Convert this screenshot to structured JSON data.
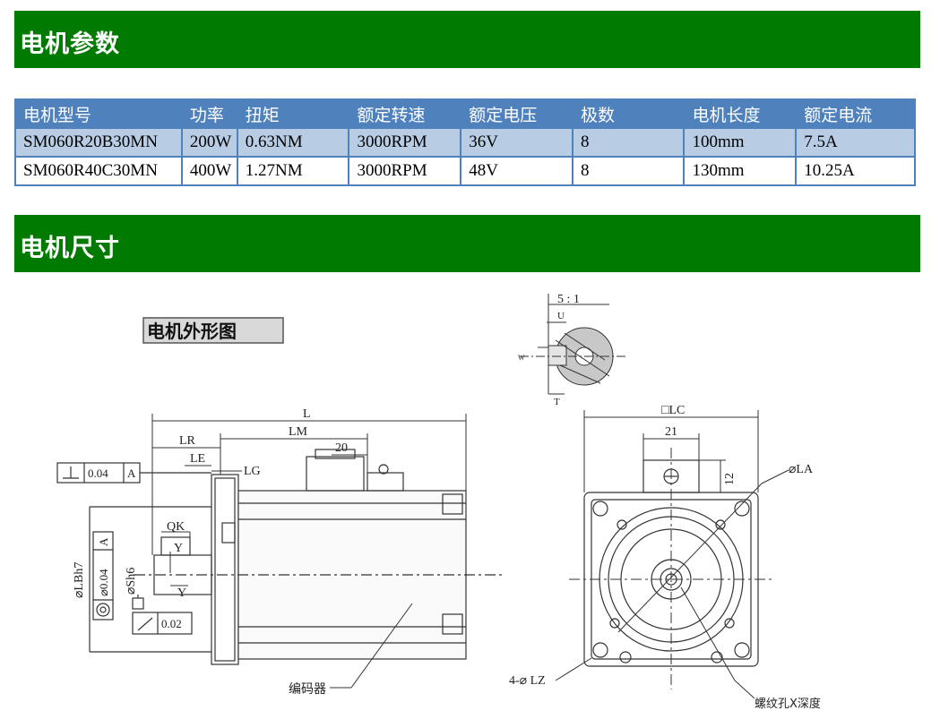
{
  "sections": {
    "params_title": "电机参数",
    "dims_title": "电机尺寸"
  },
  "table": {
    "headers": [
      "电机型号",
      "功率",
      "扭矩",
      "额定转速",
      "额定电压",
      "极数",
      "电机长度",
      "额定电流"
    ],
    "rows": [
      [
        "SM060R20B30MN",
        "200W",
        "0.63NM",
        "3000RPM",
        "36V",
        "8",
        "100mm",
        "7.5A"
      ],
      [
        "SM060R40C30MN",
        "400W",
        "1.27NM",
        "3000RPM",
        "48V",
        "8",
        "130mm",
        "10.25A"
      ]
    ]
  },
  "drawing": {
    "caption": "电机外形图",
    "scale": "5 : 1",
    "labels": {
      "U": "U",
      "T": "T",
      "W": "W",
      "L": "L",
      "LR": "LR",
      "LM": "LM",
      "twenty": "20",
      "LE": "LE",
      "LG": "LG",
      "QK": "QK",
      "Y": "Y",
      "LBh7": "⌀LBh7",
      "Sh6": "⌀Sh6",
      "LC": "□LC",
      "twentyone": "21",
      "twelve": "12",
      "LA": "⌀LA",
      "LZ": "4-⌀ LZ",
      "encoder": "编码器",
      "thread": "螺纹孔X深度"
    },
    "tolerances": {
      "perp_value": "0.04",
      "perp_datum": "A",
      "conc_value": "⌀0.04",
      "conc_datum": "A",
      "runout_value": "0.02"
    }
  }
}
